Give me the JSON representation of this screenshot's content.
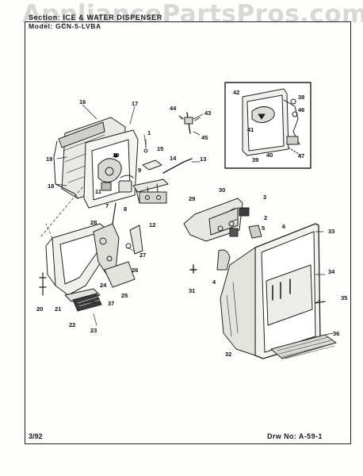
{
  "header": {
    "section": "Section:  ICE & WATER DISPENSER",
    "model": "Model:  GCN-5-LVBA"
  },
  "watermark": "AppliancePartsPros.com",
  "footer": {
    "date": "3/92",
    "drawing_number": "Drw No:  A-59-1"
  },
  "callouts": [
    {
      "id": "1",
      "label": "1"
    },
    {
      "id": "2",
      "label": "2"
    },
    {
      "id": "3",
      "label": "3"
    },
    {
      "id": "4",
      "label": "4"
    },
    {
      "id": "5",
      "label": "5"
    },
    {
      "id": "6",
      "label": "6"
    },
    {
      "id": "7",
      "label": "7"
    },
    {
      "id": "8",
      "label": "8"
    },
    {
      "id": "9",
      "label": "9"
    },
    {
      "id": "10",
      "label": "10"
    },
    {
      "id": "11",
      "label": "11"
    },
    {
      "id": "12",
      "label": "12"
    },
    {
      "id": "13",
      "label": "13"
    },
    {
      "id": "14",
      "label": "14"
    },
    {
      "id": "15",
      "label": "15"
    },
    {
      "id": "16",
      "label": "16"
    },
    {
      "id": "17",
      "label": "17"
    },
    {
      "id": "18",
      "label": "18"
    },
    {
      "id": "19",
      "label": "19"
    },
    {
      "id": "20",
      "label": "20"
    },
    {
      "id": "21",
      "label": "21"
    },
    {
      "id": "22",
      "label": "22"
    },
    {
      "id": "23",
      "label": "23"
    },
    {
      "id": "24",
      "label": "24"
    },
    {
      "id": "25",
      "label": "25"
    },
    {
      "id": "26",
      "label": "26"
    },
    {
      "id": "27",
      "label": "27"
    },
    {
      "id": "28",
      "label": "28"
    },
    {
      "id": "29",
      "label": "29"
    },
    {
      "id": "30",
      "label": "30"
    },
    {
      "id": "31",
      "label": "31"
    },
    {
      "id": "32",
      "label": "32"
    },
    {
      "id": "33",
      "label": "33"
    },
    {
      "id": "34",
      "label": "34"
    },
    {
      "id": "35",
      "label": "35"
    },
    {
      "id": "36",
      "label": "36"
    },
    {
      "id": "37",
      "label": "37"
    },
    {
      "id": "38",
      "label": "38"
    },
    {
      "id": "39",
      "label": "39"
    },
    {
      "id": "40",
      "label": "40"
    },
    {
      "id": "41",
      "label": "41"
    },
    {
      "id": "42",
      "label": "42"
    },
    {
      "id": "43",
      "label": "43"
    },
    {
      "id": "44",
      "label": "44"
    },
    {
      "id": "45",
      "label": "45"
    },
    {
      "id": "46",
      "label": "46"
    },
    {
      "id": "47",
      "label": "47"
    }
  ]
}
